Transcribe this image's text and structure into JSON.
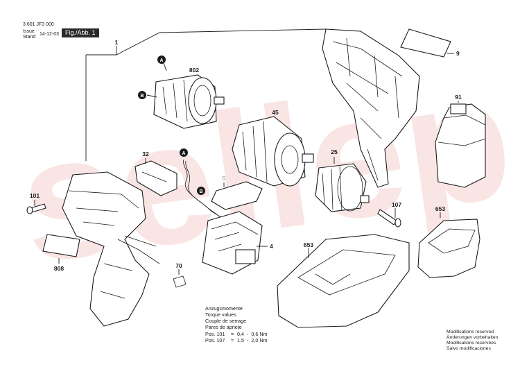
{
  "header": {
    "doc_number": "3 601 JF3 000",
    "issue_label": "Issue",
    "stand_label": "Stand",
    "issue_date": "14-12-03",
    "figure_label": "Fig./Abb. 1"
  },
  "watermark": "sellep",
  "parts": [
    {
      "id": "1",
      "label": "1"
    },
    {
      "id": "9",
      "label": "9"
    },
    {
      "id": "802",
      "label": "802"
    },
    {
      "id": "45",
      "label": "45"
    },
    {
      "id": "91",
      "label": "91"
    },
    {
      "id": "32",
      "label": "32"
    },
    {
      "id": "25",
      "label": "25"
    },
    {
      "id": "5",
      "label": "5"
    },
    {
      "id": "101",
      "label": "101"
    },
    {
      "id": "107",
      "label": "107"
    },
    {
      "id": "653a",
      "label": "653"
    },
    {
      "id": "653b",
      "label": "653"
    },
    {
      "id": "4",
      "label": "4"
    },
    {
      "id": "808",
      "label": "808"
    },
    {
      "id": "70",
      "label": "70"
    }
  ],
  "markers": {
    "a": "A",
    "b": "B"
  },
  "torque": {
    "lines": [
      "Anzugsmomente",
      "Torque values",
      "Couple de serrage",
      "Pares de apriete"
    ],
    "pos101": {
      "label": "Pos. 101",
      "eq": "=",
      "value": "0,4  -  0,6 Nm"
    },
    "pos107": {
      "label": "Pos. 107",
      "eq": "=",
      "value": "1,5  -  2,0 Nm"
    }
  },
  "modifications": [
    "Modifications reserved",
    "Änderungen vorbehalten",
    "Modifications reservées",
    "Salvo modificaciones"
  ]
}
